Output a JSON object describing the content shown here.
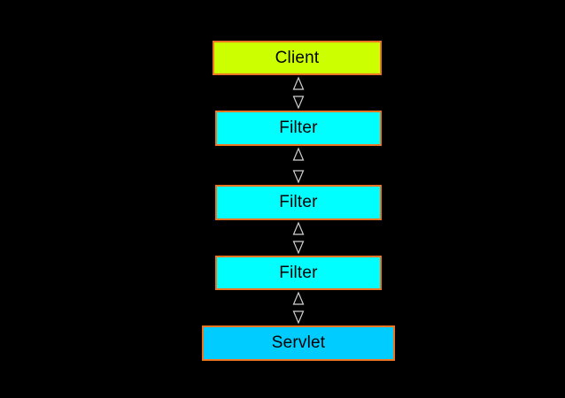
{
  "diagram": {
    "background": "#000000",
    "node_border_color": "#ee7623",
    "text_color": "#000000",
    "arrowhead": {
      "fill": "#070707",
      "outline": "#cfcfcf"
    },
    "nodes": [
      {
        "id": "client",
        "label": "Client",
        "fill": "#ccff00"
      },
      {
        "id": "filter-1",
        "label": "Filter",
        "fill": "#00ffff"
      },
      {
        "id": "filter-2",
        "label": "Filter",
        "fill": "#00ffff"
      },
      {
        "id": "filter-3",
        "label": "Filter",
        "fill": "#00ffff"
      },
      {
        "id": "servlet",
        "label": "Servlet",
        "fill": "#00ccff"
      }
    ],
    "connectors": [
      {
        "from": "client",
        "to": "filter-1",
        "style": "double-headed-vertical"
      },
      {
        "from": "filter-1",
        "to": "filter-2",
        "style": "double-headed-vertical"
      },
      {
        "from": "filter-2",
        "to": "filter-3",
        "style": "double-headed-vertical"
      },
      {
        "from": "filter-3",
        "to": "servlet",
        "style": "double-headed-vertical"
      }
    ]
  }
}
